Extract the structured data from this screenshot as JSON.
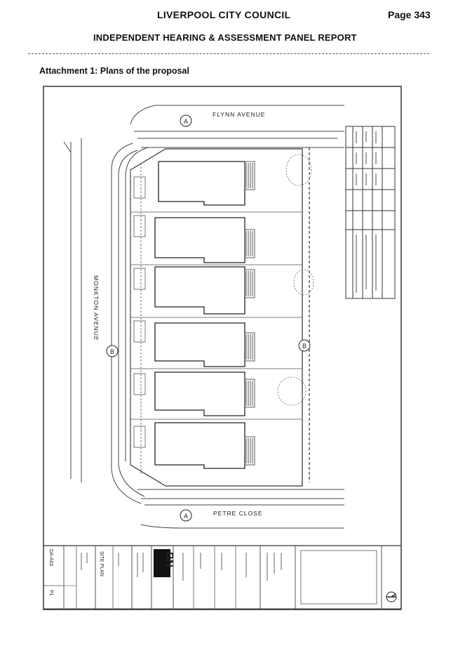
{
  "header": {
    "organisation": "LIVERPOOL CITY COUNCIL",
    "page": "Page 343",
    "report_title": "INDEPENDENT HEARING & ASSESSMENT PANEL REPORT"
  },
  "attachment": {
    "title": "Attachment 1: Plans of the proposal"
  },
  "plan": {
    "streets": {
      "top": "FLYNN AVENUE",
      "left": "MONKTON AVENUE",
      "bottom": "PETRE CLOSE"
    },
    "section_markers": [
      "A",
      "A",
      "B",
      "B"
    ],
    "title_block": {
      "drawing_title": "SITE PLAN",
      "logo": "BN",
      "drawing_no": "DA-A02",
      "revision": "P1"
    }
  }
}
